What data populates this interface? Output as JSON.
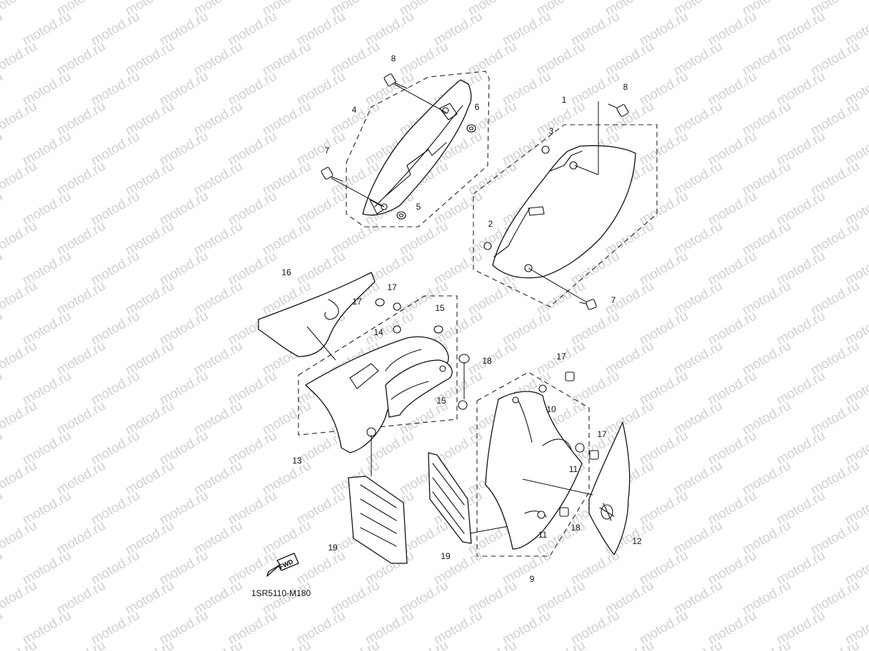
{
  "watermark": "motod.ru",
  "diagram_code": "1SR5110-M180",
  "fwd_label": "FWD",
  "callouts": [
    {
      "id": "c8a",
      "label": "8"
    },
    {
      "id": "c4",
      "label": "4"
    },
    {
      "id": "c6",
      "label": "6"
    },
    {
      "id": "c7a",
      "label": "7"
    },
    {
      "id": "c5",
      "label": "5"
    },
    {
      "id": "c8b",
      "label": "8"
    },
    {
      "id": "c1",
      "label": "1"
    },
    {
      "id": "c3",
      "label": "3"
    },
    {
      "id": "c2",
      "label": "2"
    },
    {
      "id": "c7b",
      "label": "7"
    },
    {
      "id": "c16",
      "label": "16"
    },
    {
      "id": "c17a",
      "label": "17"
    },
    {
      "id": "c17b",
      "label": "17"
    },
    {
      "id": "c15a",
      "label": "15"
    },
    {
      "id": "c14",
      "label": "14"
    },
    {
      "id": "c18a",
      "label": "18"
    },
    {
      "id": "c15b",
      "label": "15"
    },
    {
      "id": "c13",
      "label": "13"
    },
    {
      "id": "c17c",
      "label": "17"
    },
    {
      "id": "c10",
      "label": "10"
    },
    {
      "id": "c17d",
      "label": "17"
    },
    {
      "id": "c11a",
      "label": "11"
    },
    {
      "id": "c18b",
      "label": "18"
    },
    {
      "id": "c11b",
      "label": "11"
    },
    {
      "id": "c12",
      "label": "12"
    },
    {
      "id": "c9",
      "label": "9"
    },
    {
      "id": "c19a",
      "label": "19"
    },
    {
      "id": "c19b",
      "label": "19"
    }
  ]
}
